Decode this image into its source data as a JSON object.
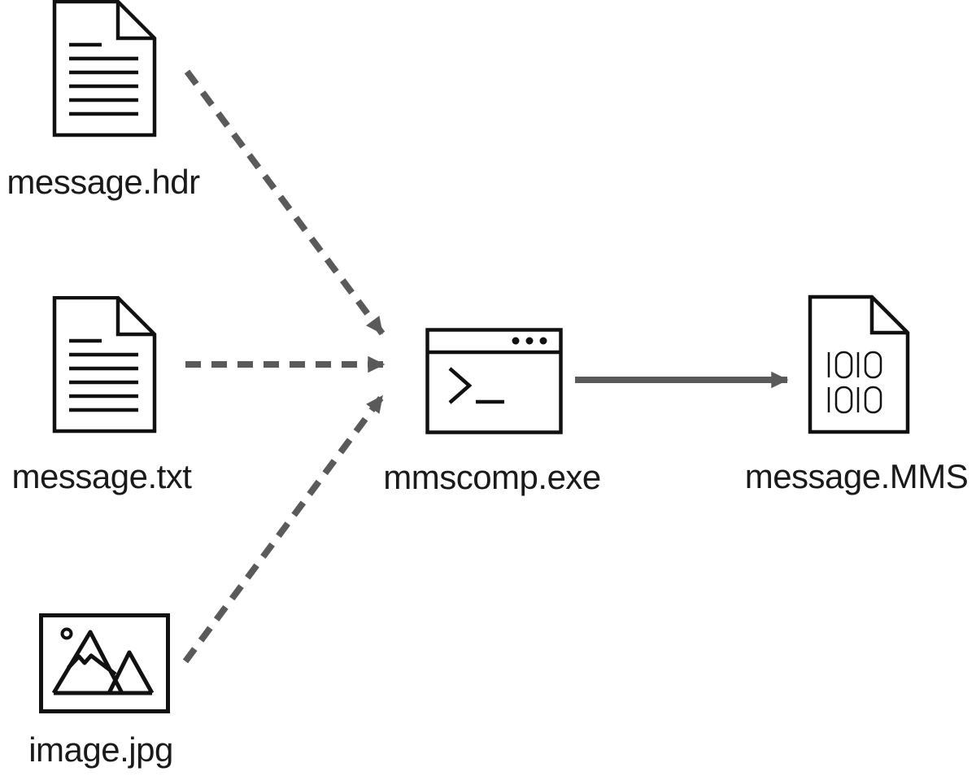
{
  "diagram": {
    "description": "MMS message compilation flow diagram",
    "nodes": {
      "hdr": {
        "label": "message.hdr",
        "icon": "document-icon"
      },
      "txt": {
        "label": "message.txt",
        "icon": "document-icon"
      },
      "jpg": {
        "label": "image.jpg",
        "icon": "image-icon"
      },
      "comp": {
        "label": "mmscomp.exe",
        "icon": "terminal-icon"
      },
      "mms": {
        "label": "message.MMS",
        "icon": "binary-file-icon",
        "binary_text": "1010 1010"
      }
    },
    "edges": [
      {
        "from": "message.hdr",
        "to": "mmscomp.exe",
        "style": "dashed"
      },
      {
        "from": "message.txt",
        "to": "mmscomp.exe",
        "style": "dashed"
      },
      {
        "from": "image.jpg",
        "to": "mmscomp.exe",
        "style": "dashed"
      },
      {
        "from": "mmscomp.exe",
        "to": "message.MMS",
        "style": "solid"
      }
    ],
    "colors": {
      "arrow": "#5a5a5a",
      "icon_stroke": "#111111",
      "text": "#1a1a1a",
      "background": "#ffffff"
    }
  }
}
